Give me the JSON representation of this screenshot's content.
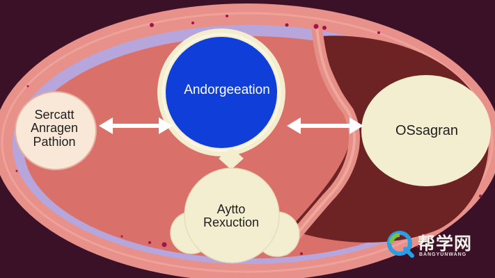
{
  "diagram": {
    "center_node": {
      "label": "Andorgeeation"
    },
    "left_node": {
      "lines": [
        "Sercatt",
        "Anragen",
        "Pathion"
      ]
    },
    "right_node": {
      "label": "OSsagran"
    },
    "bottom_node": {
      "lines": [
        "Aytto",
        "Rexuction"
      ]
    }
  },
  "watermark": {
    "text_cn": "帮学网",
    "text_en": "BANGYUNWANG"
  },
  "colors": {
    "background": "#3a1126",
    "outer_ring": "#e8908a",
    "lavender_band": "#b7a6dc",
    "inner_field": "#d9716a",
    "dark_lobe": "#6d2323",
    "cream": "#f4eed1",
    "center_blue": "#0f3fd8",
    "arrow": "#ffffff"
  }
}
